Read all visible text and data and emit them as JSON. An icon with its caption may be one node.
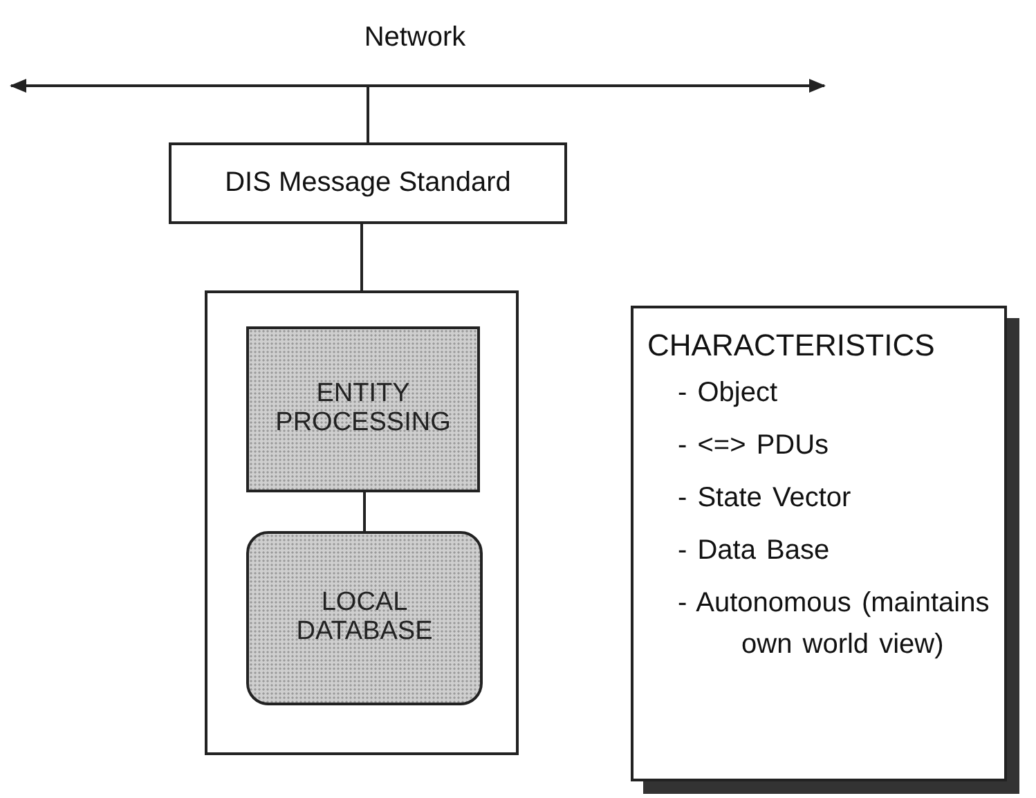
{
  "diagram": {
    "nodes": [
      {
        "text": [
          "Network"
        ]
      },
      {
        "text": [
          "DIS Message Standard"
        ]
      },
      {
        "text": [],
        "shape": "box"
      },
      {
        "text": [
          "ENTITY PROCESSING"
        ],
        "in": 2
      },
      {
        "text": [
          "LOCAL DATABASE"
        ],
        "in": 2
      },
      {
        "text": [
          "CHARACTERISTICS",
          "- Object",
          "- <=> PDUs",
          "- State Vector",
          "- Data Base",
          "- Autonomous (maintains own world view)"
        ]
      }
    ],
    "edges": [
      {
        "from": 0,
        "to": null,
        "arrow": "to"
      },
      {
        "from": 0,
        "to": null,
        "arrow": "to"
      },
      {
        "from": 0,
        "to": 1,
        "arrow": "none"
      },
      {
        "from": 1,
        "to": 2,
        "arrow": "none"
      },
      {
        "from": 3,
        "to": 4,
        "arrow": "none"
      }
    ]
  }
}
